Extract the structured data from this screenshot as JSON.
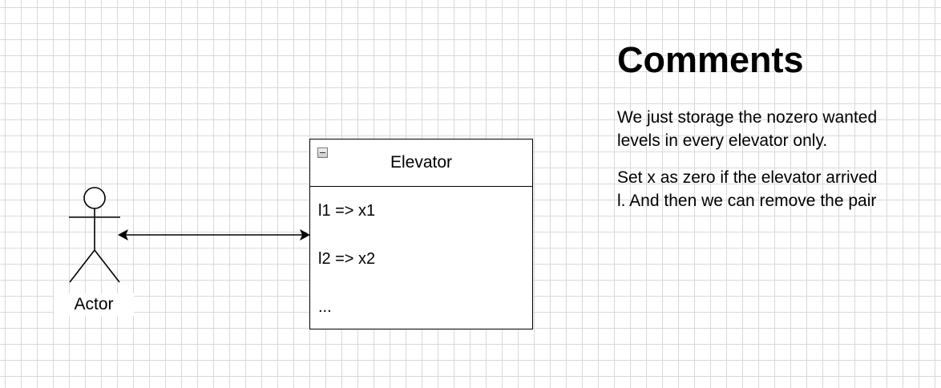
{
  "diagram": {
    "actor": {
      "label": "Actor"
    },
    "connector": {
      "style": "bidirectional-arrow"
    },
    "class_box": {
      "name": "Elevator",
      "collapse_icon": "minus-square-icon",
      "attributes": [
        "l1 => x1",
        "l2 => x2",
        "..."
      ]
    }
  },
  "comments": {
    "title": "Comments",
    "paragraphs": [
      "We just storage the nozero wanted levels in every elevator only.",
      "Set x as zero if the elevator arrived l. And then we can remove the pair"
    ]
  },
  "colors": {
    "grid_line": "#d9d9d9",
    "stroke": "#000000",
    "background": "#ffffff"
  }
}
